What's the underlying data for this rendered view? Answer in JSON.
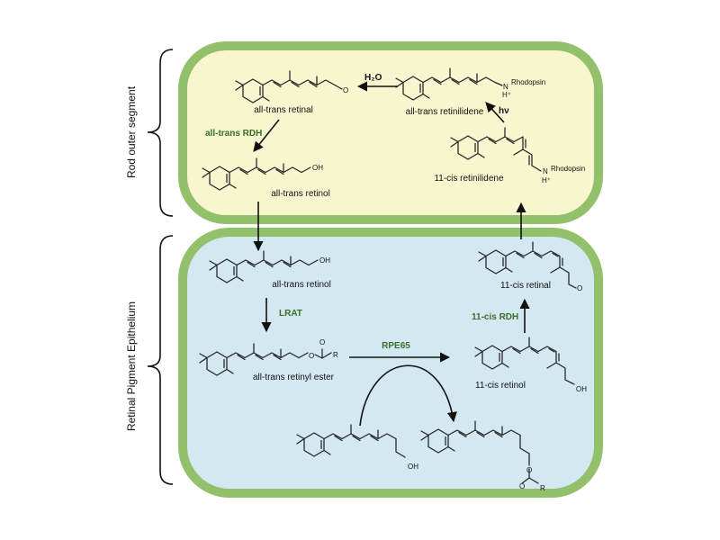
{
  "regions": {
    "rod_outer_segment": "Rod outer segment",
    "rpe": "Retinal Pigment Epithelium"
  },
  "colors": {
    "membrane": "#93c06a",
    "rod_fill": "#f8f6cf",
    "rpe_fill": "#d3e8f1",
    "enzyme_text": "#3a6e2c",
    "text": "#111111"
  },
  "molecules": {
    "at_retinal_top": "all-trans retinal",
    "at_retinol_top": "all-trans retinol",
    "at_retinilidene": "all-trans retinilidene",
    "cis_retinilidene": "11-cis retinilidene",
    "at_retinol_rpe": "all-trans retinol",
    "at_retinyl_ester": "all-trans retinyl ester",
    "cis_retinol": "11-cis retinol",
    "cis_retinal": "11-cis retinal"
  },
  "atoms": {
    "rhodopsin": "Rhodopsin",
    "oh": "OH",
    "o": "O",
    "r": "R",
    "n": "N",
    "h_plus": "H⁺"
  },
  "enzymes": {
    "all_trans_rdh": "all-trans RDH",
    "lrat": "LRAT",
    "rpe65": "RPE65",
    "cis_rdh": "11-cis RDH"
  },
  "reagents": {
    "water": "H₂O",
    "light": "hν"
  }
}
